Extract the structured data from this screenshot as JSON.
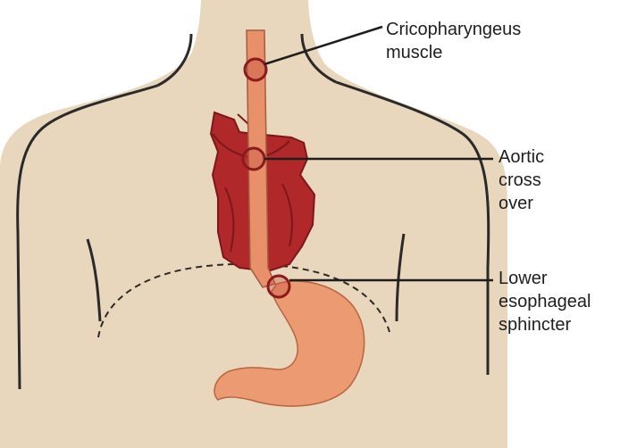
{
  "colors": {
    "background": "#ffffff",
    "skin": "#e9d7bd",
    "body_outline": "#2a2a2a",
    "heart": "#b0282a",
    "heart_dark": "#7d1719",
    "esophagus": "#e7906a",
    "stomach": "#eb9a72",
    "marker_ring": "#8a1a1c",
    "leader_line": "#1e1e1e"
  },
  "labels": {
    "cricopharyngeus": [
      "Cricopharyngeus",
      "muscle"
    ],
    "aortic_crossover": [
      "Aortic",
      "cross",
      "over"
    ],
    "lower_esophageal_sphincter": [
      "Lower",
      "esophageal",
      "sphincter"
    ]
  },
  "icons": {
    "marker": "circle-marker-icon"
  }
}
